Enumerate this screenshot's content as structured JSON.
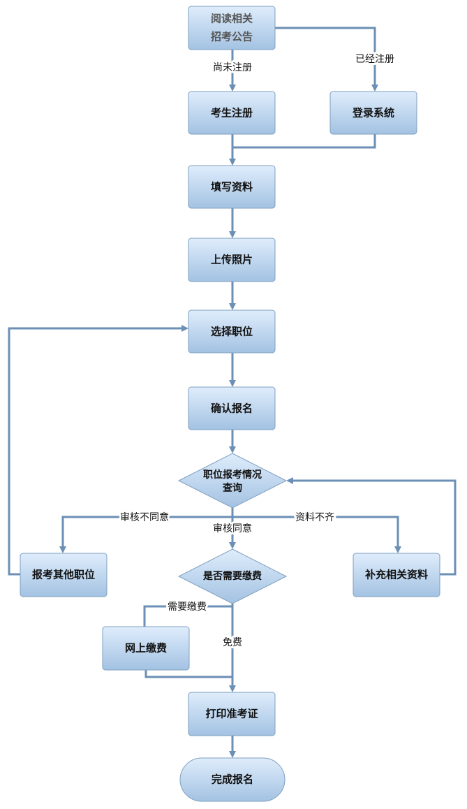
{
  "nodes": {
    "read_line1": "阅读相关",
    "read_line2": "招考公告",
    "register": "考生注册",
    "login": "登录系统",
    "fill_info": "填写资料",
    "upload_photo": "上传照片",
    "select_position": "选择职位",
    "confirm": "确认报名",
    "query_line1": "职位报考情况",
    "query_line2": "查询",
    "apply_other": "报考其他职位",
    "supplement": "补充相关资料",
    "need_pay": "是否需要缴费",
    "online_pay": "网上缴费",
    "print_ticket": "打印准考证",
    "done": "完成报名"
  },
  "edges": {
    "not_registered": "尚未注册",
    "registered": "已经注册",
    "review_rejected": "审核不同意",
    "review_approved": "审核同意",
    "incomplete": "资料不齐",
    "payment_required": "需要缴费",
    "free": "免费"
  },
  "colors": {
    "line": "#6b8fb5",
    "box_top": "#dfedfc",
    "box_bottom": "#a3c2e2",
    "border": "#7f9fbf"
  }
}
